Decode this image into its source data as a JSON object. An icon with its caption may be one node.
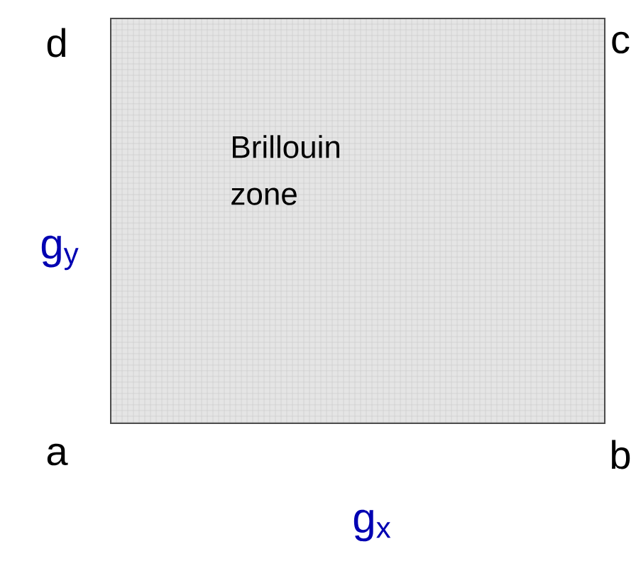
{
  "diagram": {
    "nodes": [
      {
        "text": [
          "Brillouin zone"
        ]
      }
    ],
    "labels": [
      "d",
      "c",
      "g$_{y}$",
      "a",
      "b",
      "g$_{x}$"
    ]
  }
}
